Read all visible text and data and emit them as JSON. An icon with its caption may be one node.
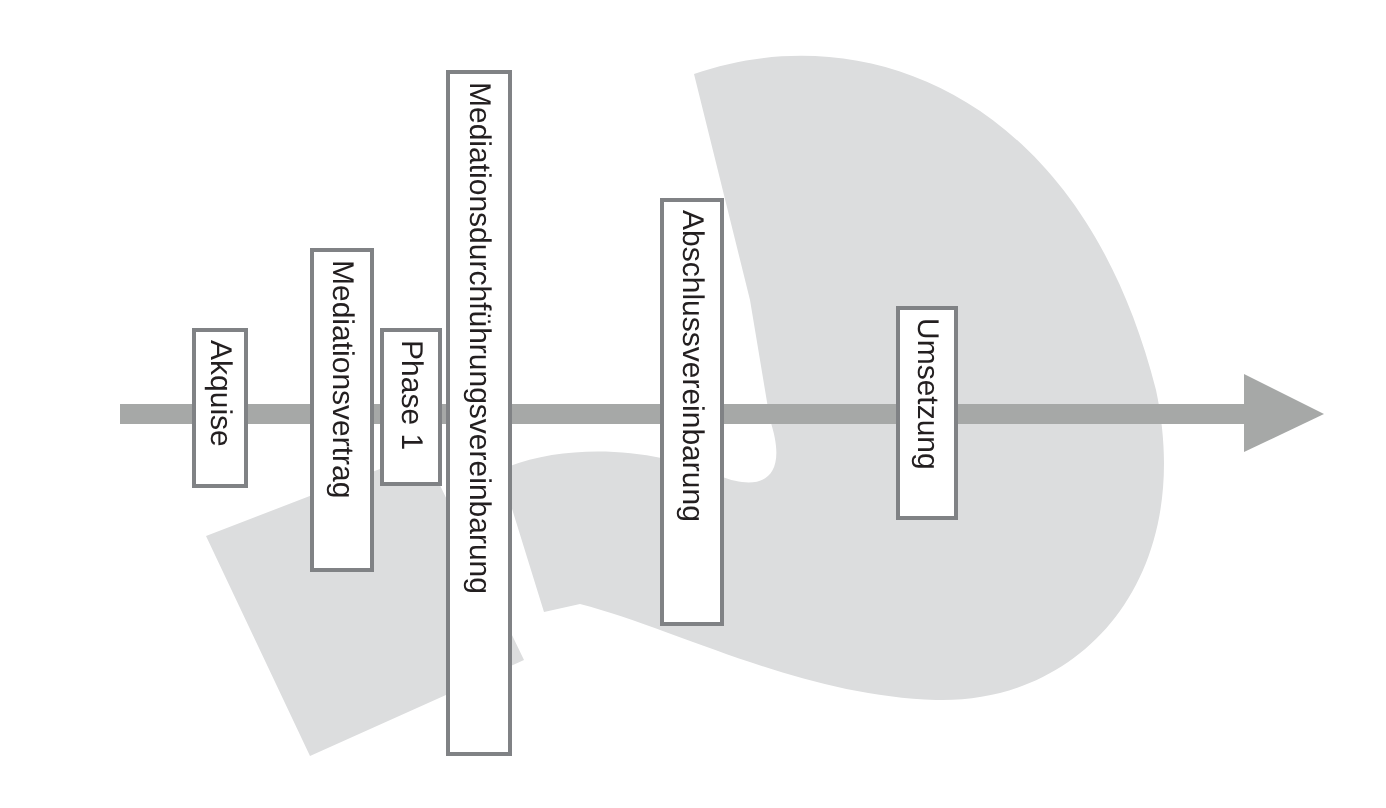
{
  "diagram": {
    "nodes": [
      {
        "text": [
          "Akquise"
        ]
      },
      {
        "text": [
          "Mediationsvertrag"
        ]
      },
      {
        "text": [
          "Phase 1"
        ]
      },
      {
        "text": [
          "Mediationsdurchführungsvereinbarung"
        ]
      },
      {
        "text": [
          "Abschlussvereinbarung"
        ]
      },
      {
        "text": [
          "Umsetzung"
        ]
      }
    ]
  }
}
